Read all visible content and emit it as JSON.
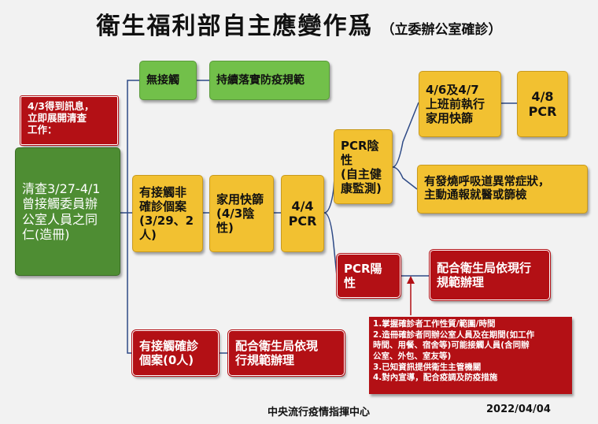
{
  "title": "衛生福利部自主應變作爲",
  "subtitle": "（立委辦公室確診）",
  "nodes": {
    "trigger": "4/3得到訊息，\n立即展開清查\n工作：",
    "scope": "清查3/27-4/1\n曾接觸委員辦\n公室人員之同\n仁(造冊)",
    "no_contact": "無接觸",
    "continue_prevention": "持續落實防疫規範",
    "contact_non_confirmed": "有接觸非\n確診個案\n(3/29、2\n人)",
    "home_test": "家用快篩\n(4/3陰性)",
    "pcr_4_4": "4/4\nPCR",
    "pcr_negative": "PCR陰性\n(自主健\n康監測)",
    "rapid_before_work": "4/6及4/7\n上班前執行\n家用快篩",
    "pcr_4_8": "4/8\nPCR",
    "symptoms": "有發燒呼吸道異常症狀，\n主動通報就醫或篩檢",
    "pcr_positive": "PCR陽性",
    "follow_local_positive": "配合衛生局依現行\n規範辦理",
    "contact_confirmed": "有接觸確診\n個案(0人)",
    "follow_local_confirmed": "配合衛生局依現\n行規範辦理"
  },
  "notes": [
    "1.掌握確診者工作性質/範圍/時間",
    "2.造冊確診者同辦公室人員及在期間(如工作\n   時間、用餐、宿舍等)可能接觸人員(含同辦\n   公室、外包、室友等)",
    "3.已知資訊提供衛生主管機關",
    "4.對內宣導，配合疫調及防疫措施"
  ],
  "footer": {
    "org": "中央流行疫情指揮中心",
    "date": "2022/04/04"
  },
  "colors": {
    "green": "#72c04a",
    "dark_green": "#4e8d33",
    "yellow": "#f2c131",
    "red": "#b31015",
    "line": "#2e4a86"
  }
}
